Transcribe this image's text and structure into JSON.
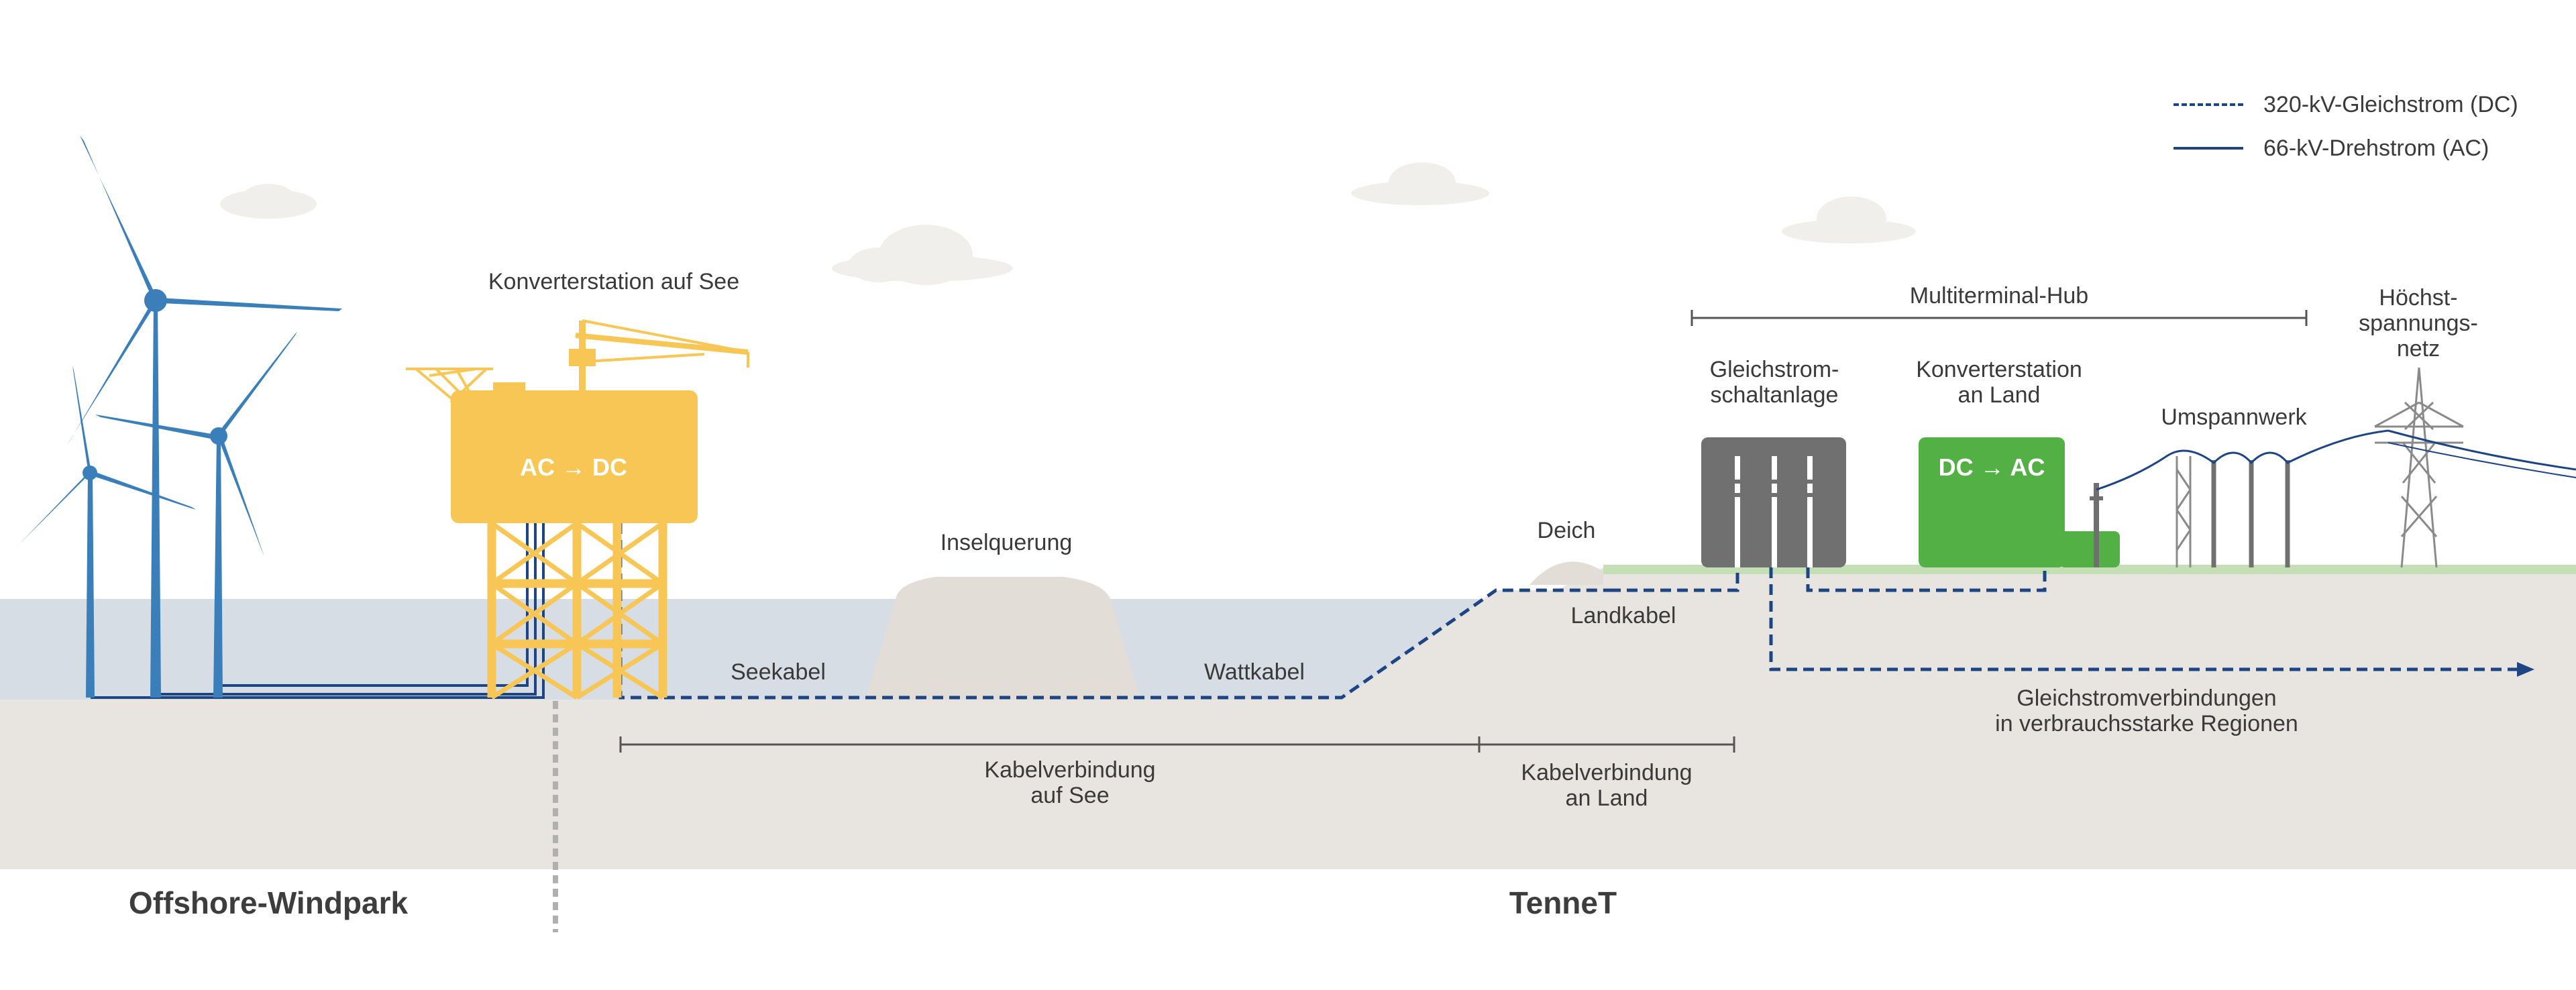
{
  "legend": {
    "dc": "320-kV-Gleichstrom (DC)",
    "ac": "66-kV-Drehstrom (AC)"
  },
  "labels": {
    "offshore_converter": "Konverterstation auf See",
    "ac_dc": "AC → DC",
    "island_crossing": "Inselquerung",
    "dike": "Deich",
    "sea_cable": "Seekabel",
    "mudflat_cable": "Wattkabel",
    "land_cable": "Landkabel",
    "multiterminal_hub": "Multiterminal-Hub",
    "dc_switchgear": [
      "Gleichstrom-",
      "schaltanlage"
    ],
    "land_converter": [
      "Konverterstation",
      "an Land"
    ],
    "dc_ac": "DC → AC",
    "substation": "Umspannwerk",
    "extra_high_voltage": [
      "Höchst-",
      "spannungs-",
      "netz"
    ],
    "dc_links": [
      "Gleichstromverbindungen",
      "in verbrauchsstarke Regionen"
    ],
    "sea_connection": [
      "Kabelverbindung",
      "auf See"
    ],
    "land_connection": [
      "Kabelverbindung",
      "an Land"
    ],
    "offshore_windpark": "Offshore-Windpark",
    "tennet": "TenneT"
  },
  "colors": {
    "turbine_blue": "#3a7fba",
    "platform_yellow": "#f7c655",
    "converter_green": "#53b045",
    "switchgear_gray": "#707070",
    "cable_navy": "#1d4584",
    "sea": "#d6dde5",
    "ground": "#e8e4df",
    "grass": "#c4dfb6",
    "cloud": "#f1efeb"
  }
}
